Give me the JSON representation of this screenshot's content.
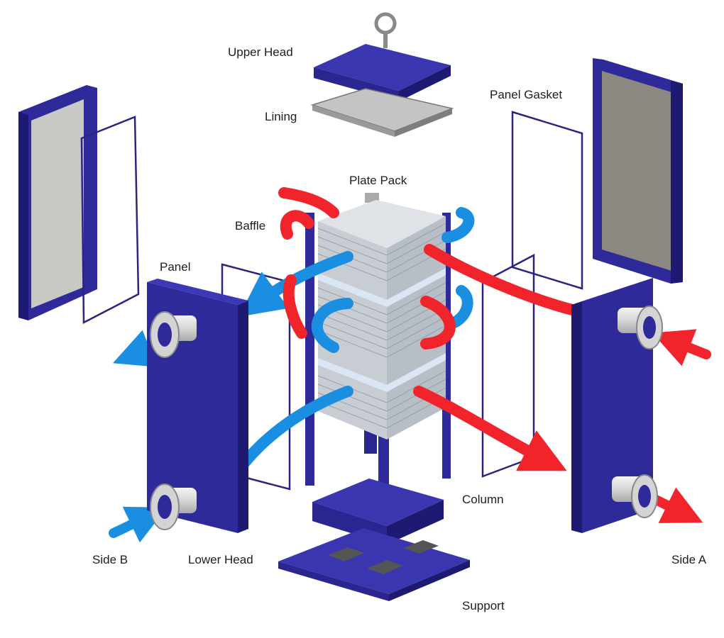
{
  "diagram": {
    "title": "",
    "colors": {
      "frame_blue": "#2f2a9a",
      "frame_blue_dark": "#1e1a72",
      "panel_gray": "#b9b9b6",
      "hot_red": "#f0242a",
      "cold_blue": "#1a8ee0",
      "plate_silver": "#c9ced4"
    },
    "labels": {
      "upper_head": "Upper Head",
      "lining": "Lining",
      "panel_gasket": "Panel Gasket",
      "plate_pack": "Plate Pack",
      "baffle": "Baffle",
      "panel": "Panel",
      "column": "Column",
      "side_b": "Side B",
      "lower_head": "Lower Head",
      "side_a": "Side A",
      "support": "Support"
    }
  }
}
